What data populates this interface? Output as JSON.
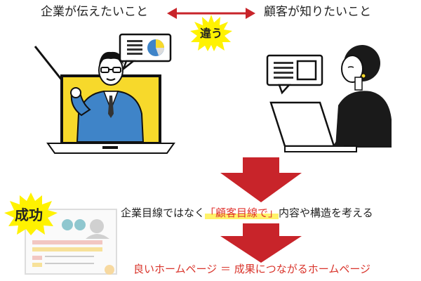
{
  "top": {
    "company_want": "企業が伝えたいこと",
    "customer_want": "顧客が知りたいこと",
    "differ_badge": "違う"
  },
  "success_badge": "成功",
  "message": {
    "prefix": "企業目線ではなく",
    "highlight": "「顧客目線で」",
    "suffix": "内容や構造を考える"
  },
  "result": "良いホームページ ＝ 成果につながるホームページ",
  "colors": {
    "arrow_red": "#c8242a",
    "badge_yellow": "#fff200",
    "highlight_text": "#e0322d",
    "laptop_yellow": "#f7d92b",
    "suit_blue": "#3f84c8"
  },
  "icons": [
    "presenter-on-laptop-illustration",
    "woman-at-laptop-illustration",
    "speech-bubble-chart-icon",
    "speech-bubble-document-icon",
    "website-mockup-illustration"
  ]
}
